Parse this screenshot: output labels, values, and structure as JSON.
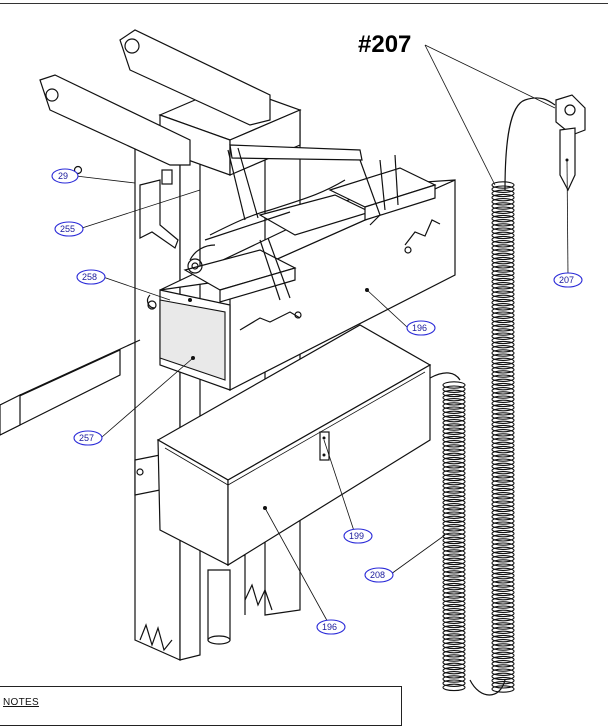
{
  "header_label": "#207",
  "callouts": [
    {
      "id": "c29",
      "text": "29"
    },
    {
      "id": "c255",
      "text": "255"
    },
    {
      "id": "c258",
      "text": "258"
    },
    {
      "id": "c257",
      "text": "257"
    },
    {
      "id": "c196a",
      "text": "196"
    },
    {
      "id": "c196b",
      "text": "196"
    },
    {
      "id": "c199",
      "text": "199"
    },
    {
      "id": "c208",
      "text": "208"
    },
    {
      "id": "c207",
      "text": "207"
    }
  ],
  "notes": {
    "title": "NOTES"
  }
}
